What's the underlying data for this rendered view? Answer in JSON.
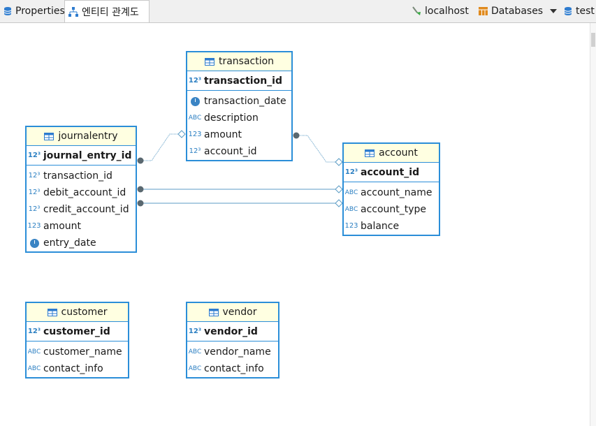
{
  "toolbar": {
    "properties_label": "Properties",
    "erd_tab_label": "엔티티 관계도",
    "connection_label": "localhost",
    "databases_label": "Databases",
    "schema_label": "test"
  },
  "icons": {
    "db": "database-icon",
    "erd": "erd-icon",
    "table": "table-icon",
    "pk": "key-icon",
    "fk": "link-icon",
    "numeric": "123",
    "text": "ABC",
    "date": "clock-icon"
  },
  "colors": {
    "border": "#2b8ed8",
    "header_bg": "#ffffe1",
    "link": "#5b9bc4"
  },
  "entities": {
    "transaction": {
      "name": "transaction",
      "pk": "transaction_id",
      "columns": [
        {
          "name": "transaction_date",
          "type": "date"
        },
        {
          "name": "description",
          "type": "text"
        },
        {
          "name": "amount",
          "type": "numeric"
        },
        {
          "name": "account_id",
          "type": "fk"
        }
      ]
    },
    "journalentry": {
      "name": "journalentry",
      "pk": "journal_entry_id",
      "columns": [
        {
          "name": "transaction_id",
          "type": "fk"
        },
        {
          "name": "debit_account_id",
          "type": "fk"
        },
        {
          "name": "credit_account_id",
          "type": "fk"
        },
        {
          "name": "amount",
          "type": "numeric"
        },
        {
          "name": "entry_date",
          "type": "date"
        }
      ]
    },
    "account": {
      "name": "account",
      "pk": "account_id",
      "columns": [
        {
          "name": "account_name",
          "type": "text"
        },
        {
          "name": "account_type",
          "type": "text"
        },
        {
          "name": "balance",
          "type": "numeric"
        }
      ]
    },
    "customer": {
      "name": "customer",
      "pk": "customer_id",
      "columns": [
        {
          "name": "customer_name",
          "type": "text"
        },
        {
          "name": "contact_info",
          "type": "text"
        }
      ]
    },
    "vendor": {
      "name": "vendor",
      "pk": "vendor_id",
      "columns": [
        {
          "name": "vendor_name",
          "type": "text"
        },
        {
          "name": "contact_info",
          "type": "text"
        }
      ]
    }
  }
}
